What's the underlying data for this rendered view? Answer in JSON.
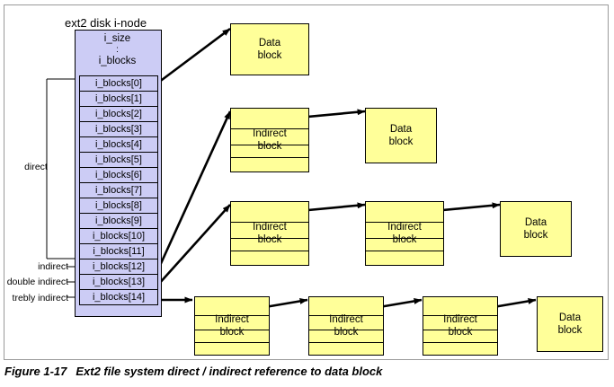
{
  "figure": {
    "caption_number": "Figure 1-17",
    "caption_text": "Ext2 file system direct / indirect reference to data block"
  },
  "colors": {
    "inode_fill": "#ccccf5",
    "block_fill": "#ffff99",
    "stroke": "#000000",
    "frame": "#9a9a9a",
    "background": "#ffffff"
  },
  "inode": {
    "title": "ext2 disk  i-node",
    "header_fields": [
      "i_size",
      ":",
      "i_blocks"
    ],
    "entries": [
      "i_blocks[0]",
      "i_blocks[1]",
      "i_blocks[2]",
      "i_blocks[3]",
      "i_blocks[4]",
      "i_blocks[5]",
      "i_blocks[6]",
      "i_blocks[7]",
      "i_blocks[8]",
      "i_blocks[9]",
      "i_blocks[10]",
      "i_blocks[11]",
      "i_blocks[12]",
      "i_blocks[13]",
      "i_blocks[14]"
    ]
  },
  "side_labels": {
    "direct": "direct",
    "indirect": "indirect",
    "double_indirect": "double indirect",
    "trebly_indirect": "trebly indirect"
  },
  "blocks": {
    "data_label_line1": "Data",
    "data_label_line2": "block",
    "indirect_label_line1": "Indirect",
    "indirect_label_line2": "block"
  },
  "chains": [
    {
      "name": "direct",
      "source_entry": "i_blocks[0]",
      "nodes": [
        "Data block"
      ]
    },
    {
      "name": "indirect",
      "source_entry": "i_blocks[12]",
      "nodes": [
        "Indirect block",
        "Data block"
      ]
    },
    {
      "name": "double indirect",
      "source_entry": "i_blocks[13]",
      "nodes": [
        "Indirect block",
        "Indirect block",
        "Data block"
      ]
    },
    {
      "name": "trebly indirect",
      "source_entry": "i_blocks[14]",
      "nodes": [
        "Indirect block",
        "Indirect block",
        "Indirect block",
        "Data block"
      ]
    }
  ]
}
